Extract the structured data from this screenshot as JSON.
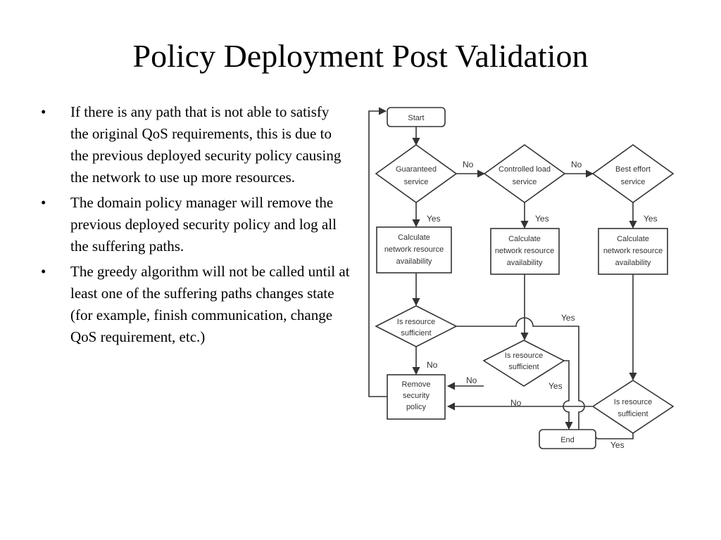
{
  "slide": {
    "title": "Policy Deployment Post Validation",
    "bullets": [
      "If there is any path that is not able to satisfy the original QoS requirements, this is due to the previous deployed security policy causing the network to use up more resources.",
      "The domain policy manager will remove the previous deployed security policy and log all the suffering paths.",
      "The greedy algorithm will not be called until at least one of the suffering paths changes state (for example, finish communication, change QoS requirement, etc.)"
    ],
    "bullet_glyph": "•"
  },
  "flowchart": {
    "nodes": {
      "start": [
        "Start"
      ],
      "guaranteed": [
        "Guaranteed",
        "service"
      ],
      "controlled": [
        "Controlled load",
        "service"
      ],
      "best_effort": [
        "Best effort",
        "service"
      ],
      "calc1": [
        "Calculate",
        "network resource",
        "availability"
      ],
      "calc2": [
        "Calculate",
        "network resource",
        "availability"
      ],
      "calc3": [
        "Calculate",
        "network resource",
        "availability"
      ],
      "sufficient1": [
        "Is resource",
        "sufficient"
      ],
      "sufficient2": [
        "Is resource",
        "sufficient"
      ],
      "sufficient3": [
        "Is resource",
        "sufficient"
      ],
      "remove": [
        "Remove",
        "security",
        "policy"
      ],
      "end": [
        "End"
      ]
    },
    "labels": {
      "yes": "Yes",
      "no": "No"
    }
  }
}
